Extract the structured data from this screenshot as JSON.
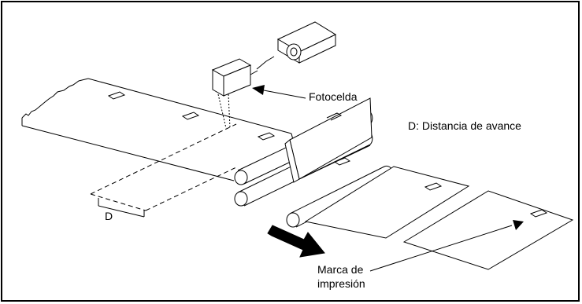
{
  "labels": {
    "photocell": "Fotocelda",
    "advance_distance": "D: Distancia de avance",
    "distance_marker": "D",
    "print_mark_line1": "Marca de",
    "print_mark_line2": "impresión"
  },
  "colors": {
    "stroke": "#000000",
    "background": "#ffffff"
  }
}
